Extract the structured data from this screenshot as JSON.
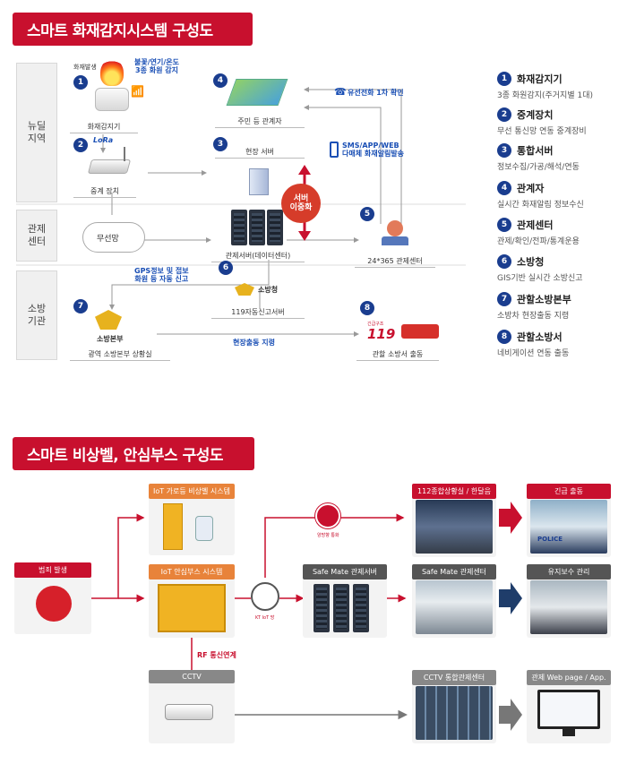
{
  "section1": {
    "title": "스마트 화재감지시스템 구성도",
    "regions": [
      "뉴딜\n지역",
      "관제\n센터",
      "소방\n기관"
    ],
    "fire_event": "화재발생",
    "sensor_note": "불꽃/연기/온도\n3종 화원 감지",
    "detector_label": "화재감지기",
    "lora": "LoRa",
    "relay_label": "중계 장치",
    "wireless": "무선망",
    "resident_label": "주민 등 관계자",
    "field_server": "현장 서버",
    "server_dup": "서버\n이중화",
    "data_center": "관제서버(데이터센터)",
    "phone_note": "유선전화 1차 확인",
    "sms_note": "SMS/APP/WEB\n다매체 화재알림발송",
    "control_center": "24*365 관제센터",
    "gps_note": "GPS정보 및 접보\n화원 등 자동 신고",
    "agency_logo": "소방청",
    "report_server": "119자동신고서버",
    "hq_label": "소방본부",
    "hq_room": "광역 소방본부 상황실",
    "dispatch": "현장출동 지령",
    "station": "관할 소방서 출동",
    "badge_119": "119",
    "badge_top": "긴급구조"
  },
  "legend": [
    {
      "n": "1",
      "title": "화재감지기",
      "desc": "3종 화원감지(주거지별 1대)"
    },
    {
      "n": "2",
      "title": "중계장치",
      "desc": "무선 통신망 연동 중계장비"
    },
    {
      "n": "3",
      "title": "통합서버",
      "desc": "정보수집/가공/해석/연동"
    },
    {
      "n": "4",
      "title": "관계자",
      "desc": "실시간 화재알림 정보수신"
    },
    {
      "n": "5",
      "title": "관제센터",
      "desc": "관제/확인/전파/통계운용"
    },
    {
      "n": "6",
      "title": "소방청",
      "desc": "GIS기반 실시간 소방신고"
    },
    {
      "n": "7",
      "title": "관할소방본부",
      "desc": "소방차 현장출동 지령"
    },
    {
      "n": "8",
      "title": "관할소방서",
      "desc": "네비게이션 연동 출동"
    }
  ],
  "section2": {
    "title": "스마트 비상벨, 안심부스 구성도",
    "crime": "범죄 발생",
    "iot_bell": "IoT 가로등 비상벨 시스템",
    "iot_booth": "IoT 안심부스 시스템",
    "rf": "RF 통신연계",
    "cctv": "CCTV",
    "call": "양방향 통화",
    "kt": "KT IoT 망",
    "safemate_server": "Safe Mate 관제서버",
    "center_112": "112종합상황실 / 한달음",
    "safemate_center": "Safe Mate 관제센터",
    "cctv_center": "CCTV 통합관제센터",
    "emergency": "긴급 출동",
    "maintenance": "유지보수 관리",
    "web": "관제 Web page / App.",
    "police_text": "POLICE"
  },
  "colors": {
    "accent": "#c8102e",
    "navy": "#1a3d8f",
    "orange": "#e8833a"
  }
}
